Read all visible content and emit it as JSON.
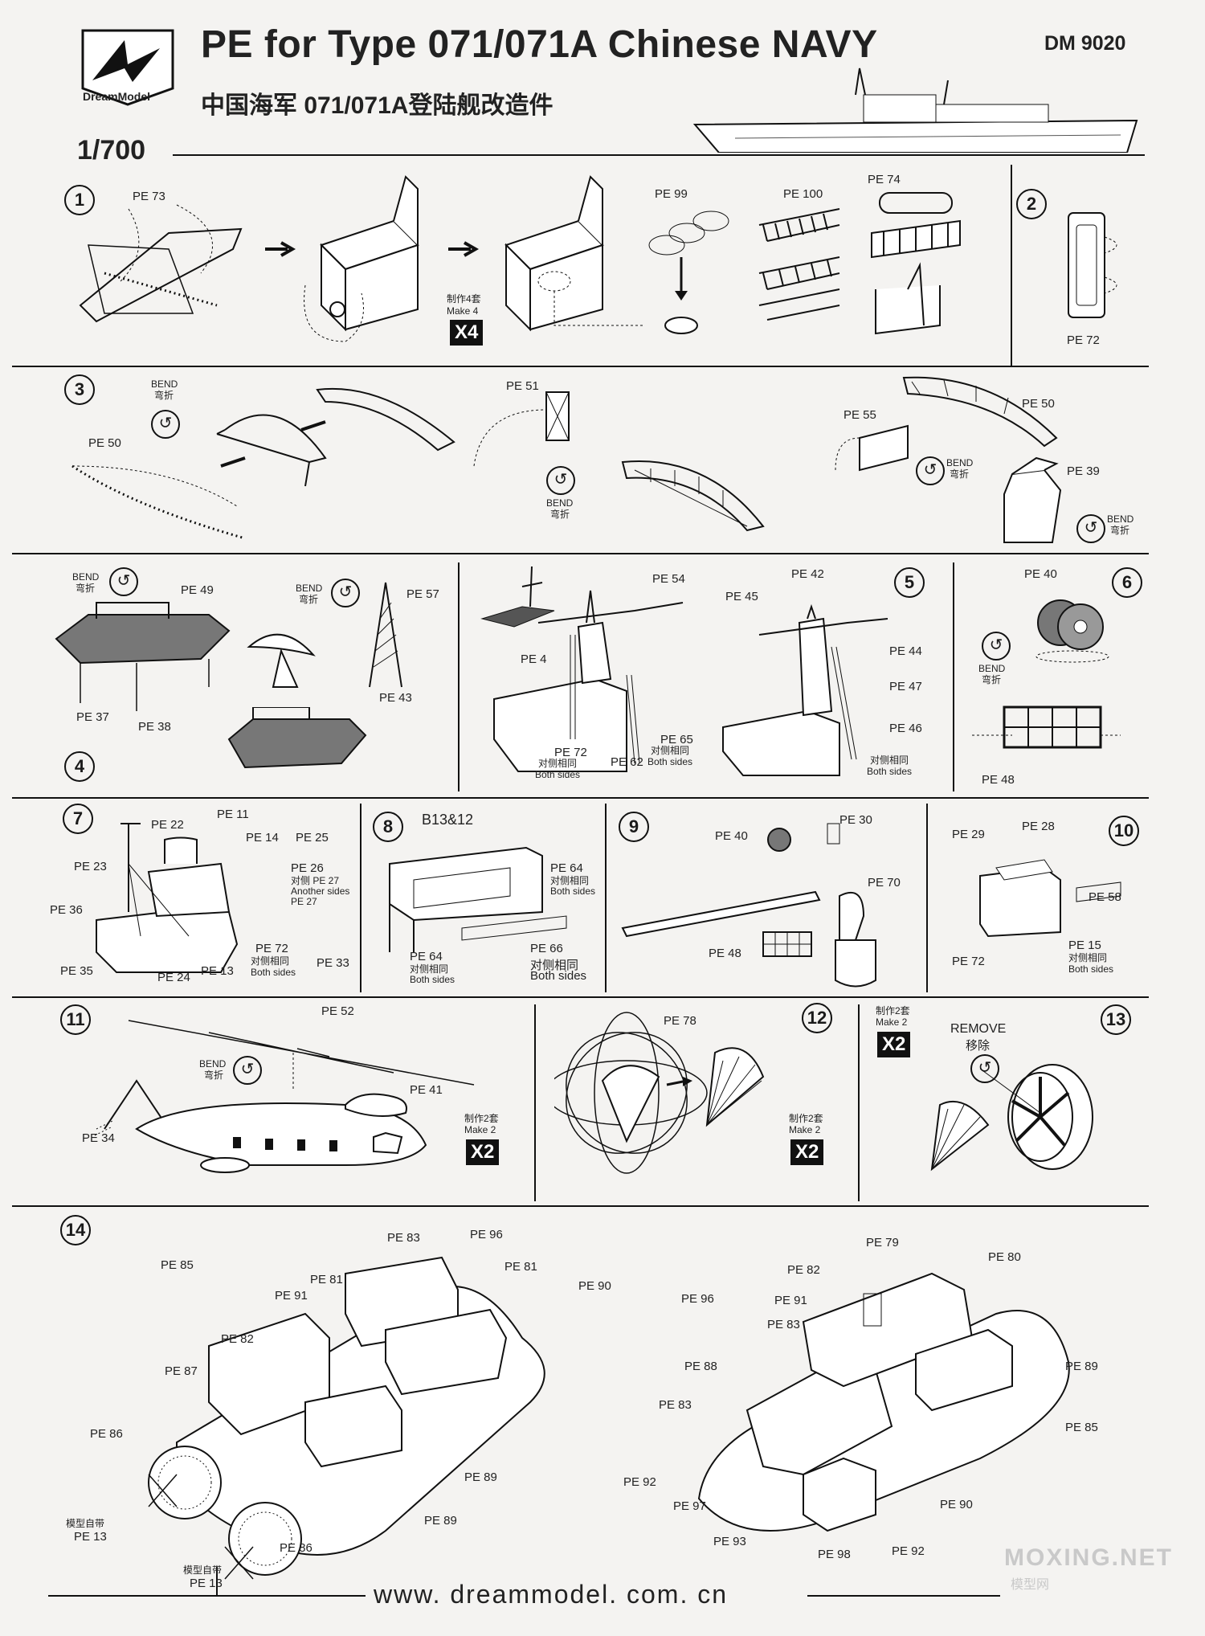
{
  "header": {
    "brand": "DreamModel",
    "title": "PE for Type 071/071A Chinese NAVY",
    "subtitle_cn": "中国海军 071/071A登陆舰改造件",
    "code": "DM 9020",
    "scale": "1/700"
  },
  "steps": {
    "s1": {
      "num": "1",
      "labels": [
        "PE 73",
        "PE 99",
        "PE 100",
        "PE 74"
      ],
      "make_cn": "制作4套",
      "make": "Make 4",
      "mult": "X4"
    },
    "s2": {
      "num": "2",
      "labels": [
        "PE 72"
      ]
    },
    "s3": {
      "num": "3",
      "bend": "BEND",
      "bend_cn": "弯折",
      "labels": [
        "PE 50",
        "PE 51",
        "PE 55",
        "PE 50",
        "PE 39"
      ]
    },
    "s4": {
      "num": "4",
      "bend": "BEND",
      "bend_cn": "弯折",
      "labels": [
        "PE 49",
        "PE 57",
        "PE 37",
        "PE 38",
        "PE 43"
      ]
    },
    "s45": {
      "labels": [
        "PE 54",
        "PE 4",
        "PE 72",
        "对侧相同",
        "Both sides",
        "PE 62",
        "PE 65",
        "对侧相同",
        "Both sides"
      ]
    },
    "s5": {
      "num": "5",
      "labels": [
        "PE 42",
        "PE 45",
        "PE 44",
        "PE 47",
        "PE 46",
        "对侧相同",
        "Both sides"
      ]
    },
    "s6": {
      "num": "6",
      "bend": "BEND",
      "bend_cn": "弯折",
      "labels": [
        "PE 40",
        "PE 48"
      ]
    },
    "s7": {
      "num": "7",
      "labels": [
        "PE 22",
        "PE 11",
        "PE 14",
        "PE 25",
        "PE 23",
        "PE 26",
        "对侧 PE 27",
        "Another sides",
        "PE 27",
        "PE 36",
        "PE 72",
        "对侧相同",
        "Both sides",
        "PE 33",
        "PE 35",
        "PE 24",
        "PE 13"
      ]
    },
    "s8": {
      "num": "8",
      "title": "B13&12",
      "labels": [
        "PE 64",
        "对侧相同",
        "Both sides",
        "PE 64",
        "对侧相同",
        "Both sides",
        "PE 66",
        "对侧相同",
        "Both sides"
      ]
    },
    "s9": {
      "num": "9",
      "labels": [
        "PE 40",
        "PE 30",
        "PE 70",
        "PE 48"
      ]
    },
    "s10": {
      "num": "10",
      "labels": [
        "PE 29",
        "PE 28",
        "PE 58",
        "PE 72",
        "PE 15",
        "对侧相同",
        "Both sides"
      ]
    },
    "s11": {
      "num": "11",
      "bend": "BEND",
      "bend_cn": "弯折",
      "labels": [
        "PE 52",
        "PE 41",
        "PE 34"
      ],
      "make_cn": "制作2套",
      "make": "Make 2",
      "mult": "X2"
    },
    "s12": {
      "num": "12",
      "labels": [
        "PE 78"
      ],
      "make_cn": "制作2套",
      "make": "Make 2",
      "mult": "X2"
    },
    "s13": {
      "num": "13",
      "make_cn": "制作2套",
      "make": "Make 2",
      "mult": "X2",
      "remove": "REMOVE",
      "remove_cn": "移除"
    },
    "s14": {
      "num": "14",
      "left_labels": [
        "PE 83",
        "PE 96",
        "PE 85",
        "PE 81",
        "PE 81",
        "PE 91",
        "PE 90",
        "PE 82",
        "PE 87",
        "PE 86",
        "PE 89",
        "PE 89",
        "模型自带",
        "PE 13",
        "PE 86",
        "模型自带",
        "PE 13"
      ],
      "right_labels": [
        "PE 79",
        "PE 82",
        "PE 80",
        "PE 96",
        "PE 91",
        "PE 83",
        "PE 88",
        "PE 89",
        "PE 83",
        "PE 85",
        "PE 92",
        "PE 97",
        "PE 90",
        "PE 93",
        "PE 98",
        "PE 92"
      ]
    }
  },
  "footer": {
    "url": "www. dreammodel. com. cn",
    "watermark": "MOXING.NET",
    "watermark_cn": "模型网"
  }
}
